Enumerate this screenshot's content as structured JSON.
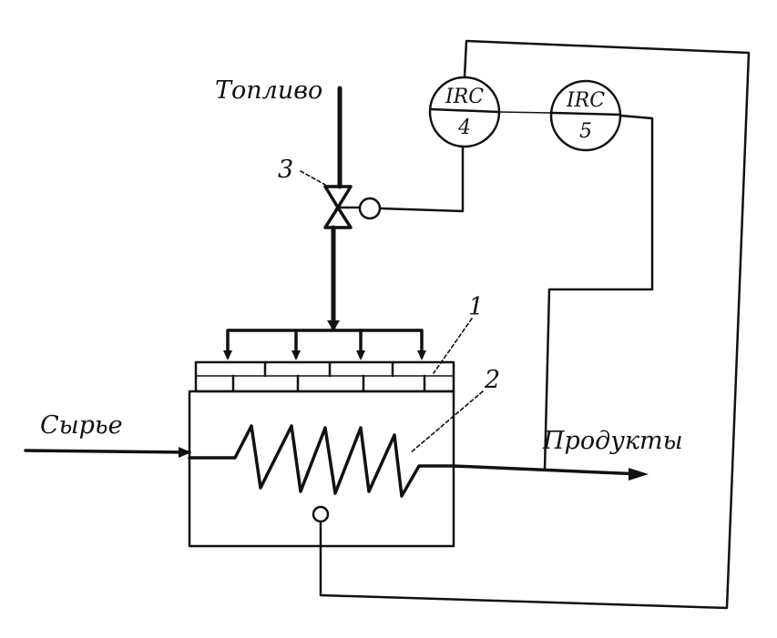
{
  "labels": {
    "fuel": "Топливо",
    "feed": "Сырье",
    "products": "Продукты",
    "item_1": "1",
    "item_2": "2",
    "item_3": "3"
  },
  "instruments": [
    {
      "tag": "IRC",
      "number": "4"
    },
    {
      "tag": "IRC",
      "number": "5"
    }
  ]
}
